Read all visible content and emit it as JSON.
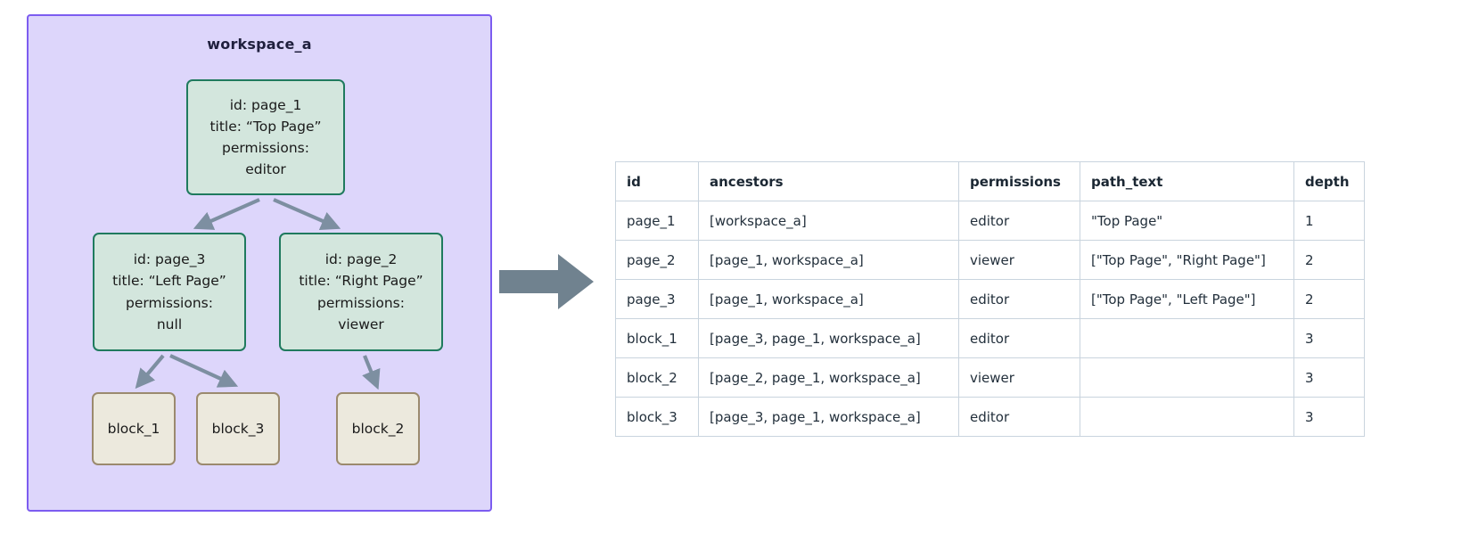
{
  "workspace": {
    "title": "workspace_a",
    "border_color": "#7c5cf0",
    "fill_color": "#ddd6fb",
    "nodes": [
      {
        "id_line": "id: page_1",
        "title_line": "title: “Top Page”",
        "permissions_label": "permissions:",
        "permissions_value": "editor"
      },
      {
        "id_line": "id: page_3",
        "title_line": "title: “Left Page”",
        "permissions_label": "permissions:",
        "permissions_value": "null"
      },
      {
        "id_line": "id: page_2",
        "title_line": "title: “Right Page”",
        "permissions_label": "permissions:",
        "permissions_value": "viewer"
      }
    ],
    "blocks": [
      {
        "label": "block_1"
      },
      {
        "label": "block_3"
      },
      {
        "label": "block_2"
      }
    ],
    "node_fill_color": "#d3e6dd",
    "node_border_color": "#1f7a5e",
    "block_fill_color": "#ece9dd",
    "block_border_color": "#9b8a6e",
    "edge_color": "#7d8fa1"
  },
  "transition": {
    "icon": "right-block-arrow-icon",
    "color": "#70828f"
  },
  "table": {
    "columns": [
      "id",
      "ancestors",
      "permissions",
      "path_text",
      "depth"
    ],
    "rows": [
      {
        "id": "page_1",
        "ancestors": "[workspace_a]",
        "permissions": "editor",
        "path_text": "\"Top Page\"",
        "depth": "1"
      },
      {
        "id": "page_2",
        "ancestors": "[page_1, workspace_a]",
        "permissions": "viewer",
        "path_text": "[\"Top Page\", \"Right Page\"]",
        "depth": "2"
      },
      {
        "id": "page_3",
        "ancestors": "[page_1, workspace_a]",
        "permissions": "editor",
        "path_text": "[\"Top Page\", \"Left Page\"]",
        "depth": "2"
      },
      {
        "id": "block_1",
        "ancestors": "[page_3, page_1, workspace_a]",
        "permissions": "editor",
        "path_text": "",
        "depth": "3"
      },
      {
        "id": "block_2",
        "ancestors": "[page_2, page_1, workspace_a]",
        "permissions": "viewer",
        "path_text": "",
        "depth": "3"
      },
      {
        "id": "block_3",
        "ancestors": "[page_3, page_1, workspace_a]",
        "permissions": "editor",
        "path_text": "",
        "depth": "3"
      }
    ]
  }
}
